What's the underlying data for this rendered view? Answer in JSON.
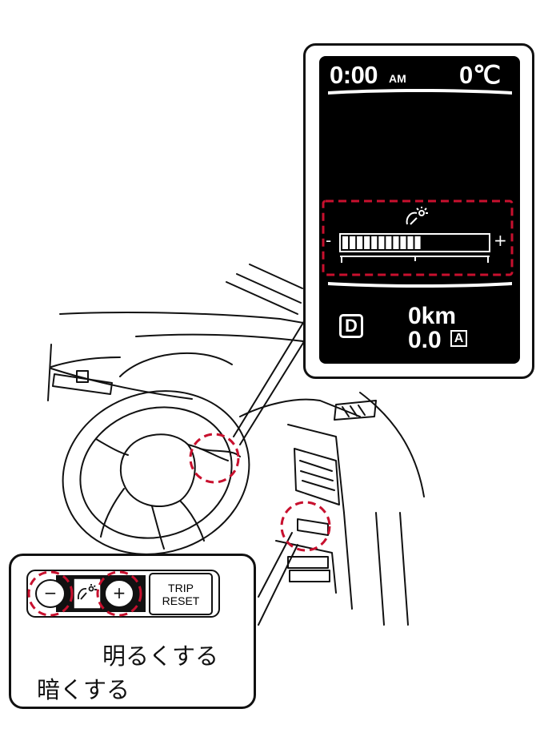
{
  "display": {
    "clock": {
      "time": "0:00",
      "period": "AM"
    },
    "temperature": "0℃",
    "brightness": {
      "minus_symbol": "-",
      "plus_symbol": "+",
      "level_segments": 11,
      "total_segments": 20
    },
    "gear_indicator": "D",
    "trip_distance": "0km",
    "fuel_economy": {
      "value": "0.0",
      "mode": "A"
    }
  },
  "switch_panel": {
    "dim_button_symbol": "−",
    "bright_button_symbol": "+",
    "trip_reset_line1": "TRIP",
    "trip_reset_line2": "RESET"
  },
  "labels": {
    "brighter": "明るくする",
    "darker": "暗くする"
  },
  "colors": {
    "highlight": "#c8102e",
    "lcd_background": "#000000",
    "line": "#111111"
  },
  "icons": [
    "illumination-brightness-icon",
    "steering-wheel",
    "air-vent"
  ]
}
